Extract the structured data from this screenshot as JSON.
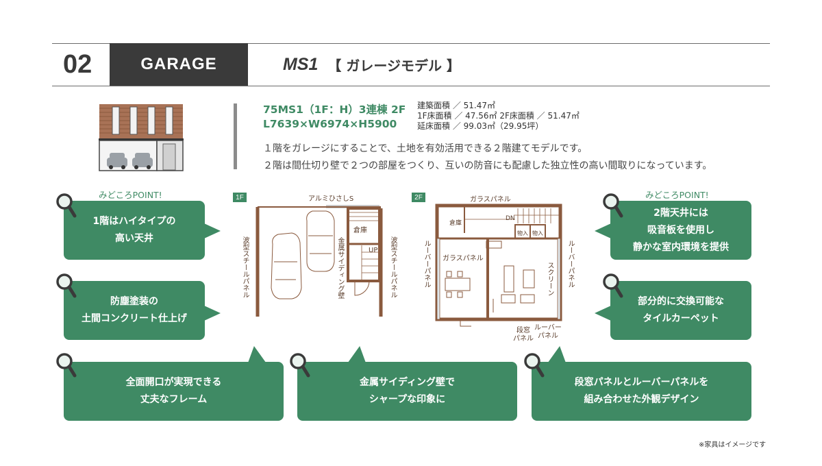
{
  "header": {
    "number": "02",
    "category": "GARAGE",
    "model": "MS1",
    "model_subtitle": "【 ガレージモデル 】"
  },
  "spec": {
    "name": "75MS1（1F：H）3連棟 2F",
    "dimensions": "L7639×W6974×H5900",
    "building_area": "建築面積 ／ 51.47㎡",
    "floor_area": "1F床面積 ／ 47.56㎡  2F床面積 ／ 51.47㎡",
    "total_floor_area": "延床面積 ／ 99.03㎡（29.95坪）"
  },
  "description": {
    "line1": "１階をガレージにすることで、土地を有効活用できる２階建てモデルです。",
    "line2": "２階は間仕切り壁で２つの部屋をつくり、互いの防音にも配慮した独立性の高い間取りになっています。"
  },
  "points": {
    "left_label": "みどころPOINT!",
    "right_label": "みどころPOINT!",
    "p1": "1階はハイタイプの\n高い天井",
    "p2": "防塵塗装の\n土間コンクリート仕上げ",
    "p3": "全面開口が実現できる\n丈夫なフレーム",
    "p4": "金属サイディング壁で\nシャープな印象に",
    "p5": "段窓パネルとルーバーパネルを\n組み合わせた外観デザイン",
    "p6": "2階天井には\n吸音板を使用し\n静かな室内環境を提供",
    "p7": "部分的に交換可能な\nタイルカーペット"
  },
  "plan_1f": {
    "tag": "1F",
    "eave": "アルミひさしS",
    "storage": "倉庫",
    "up": "UP",
    "wall_left": "波型スチールパネル",
    "wall_right": "波型スチールパネル",
    "metal_siding": "金属サイディング壁"
  },
  "plan_2f": {
    "tag": "2F",
    "glass_top": "ガラスパネル",
    "storage": "倉庫",
    "dn": "DN",
    "closet1": "物入",
    "closet2": "物入",
    "glass_room": "ガラスパネル",
    "louver_left": "ルーバーパネル",
    "louver_right": "ルーバーパネル",
    "screen": "スクリーン",
    "step_window": "段窓\nパネル",
    "louver_bottom": "ルーバー\nパネル"
  },
  "note": "※家具はイメージです",
  "colors": {
    "accent": "#3f8a64",
    "header_dark": "#3a3a3a",
    "plan_wall": "#8a5a3e"
  }
}
